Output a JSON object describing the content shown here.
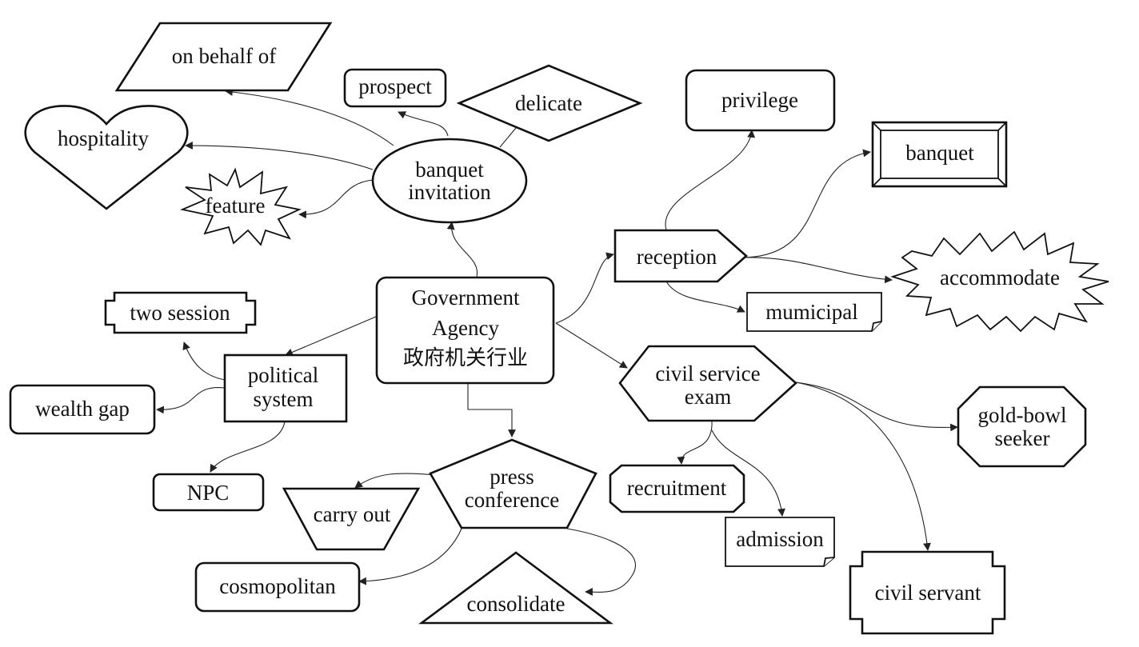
{
  "diagram": {
    "type": "mind-map",
    "center": {
      "line1": "Government",
      "line2": "Agency",
      "line3": "政府机关行业"
    },
    "nodes": {
      "on_behalf_of": "on behalf of",
      "prospect": "prospect",
      "delicate": "delicate",
      "hospitality": "hospitality",
      "feature": "feature",
      "banquet_invitation": [
        "banquet",
        "invitation"
      ],
      "privilege": "privilege",
      "banquet": "banquet",
      "reception": "reception",
      "accommodate": "accommodate",
      "mumicipal": "mumicipal",
      "two_session": "two session",
      "political_system": [
        "political",
        "system"
      ],
      "wealth_gap": "wealth gap",
      "npc": "NPC",
      "civil_service_exam": [
        "civil service",
        "exam"
      ],
      "gold_bowl_seeker": [
        "gold-bowl",
        "seeker"
      ],
      "recruitment": "recruitment",
      "admission": "admission",
      "civil_servant": "civil servant",
      "press_conference": [
        "press",
        "conference"
      ],
      "carry_out": "carry out",
      "cosmopolitan": "cosmopolitan",
      "consolidate": "consolidate"
    }
  }
}
